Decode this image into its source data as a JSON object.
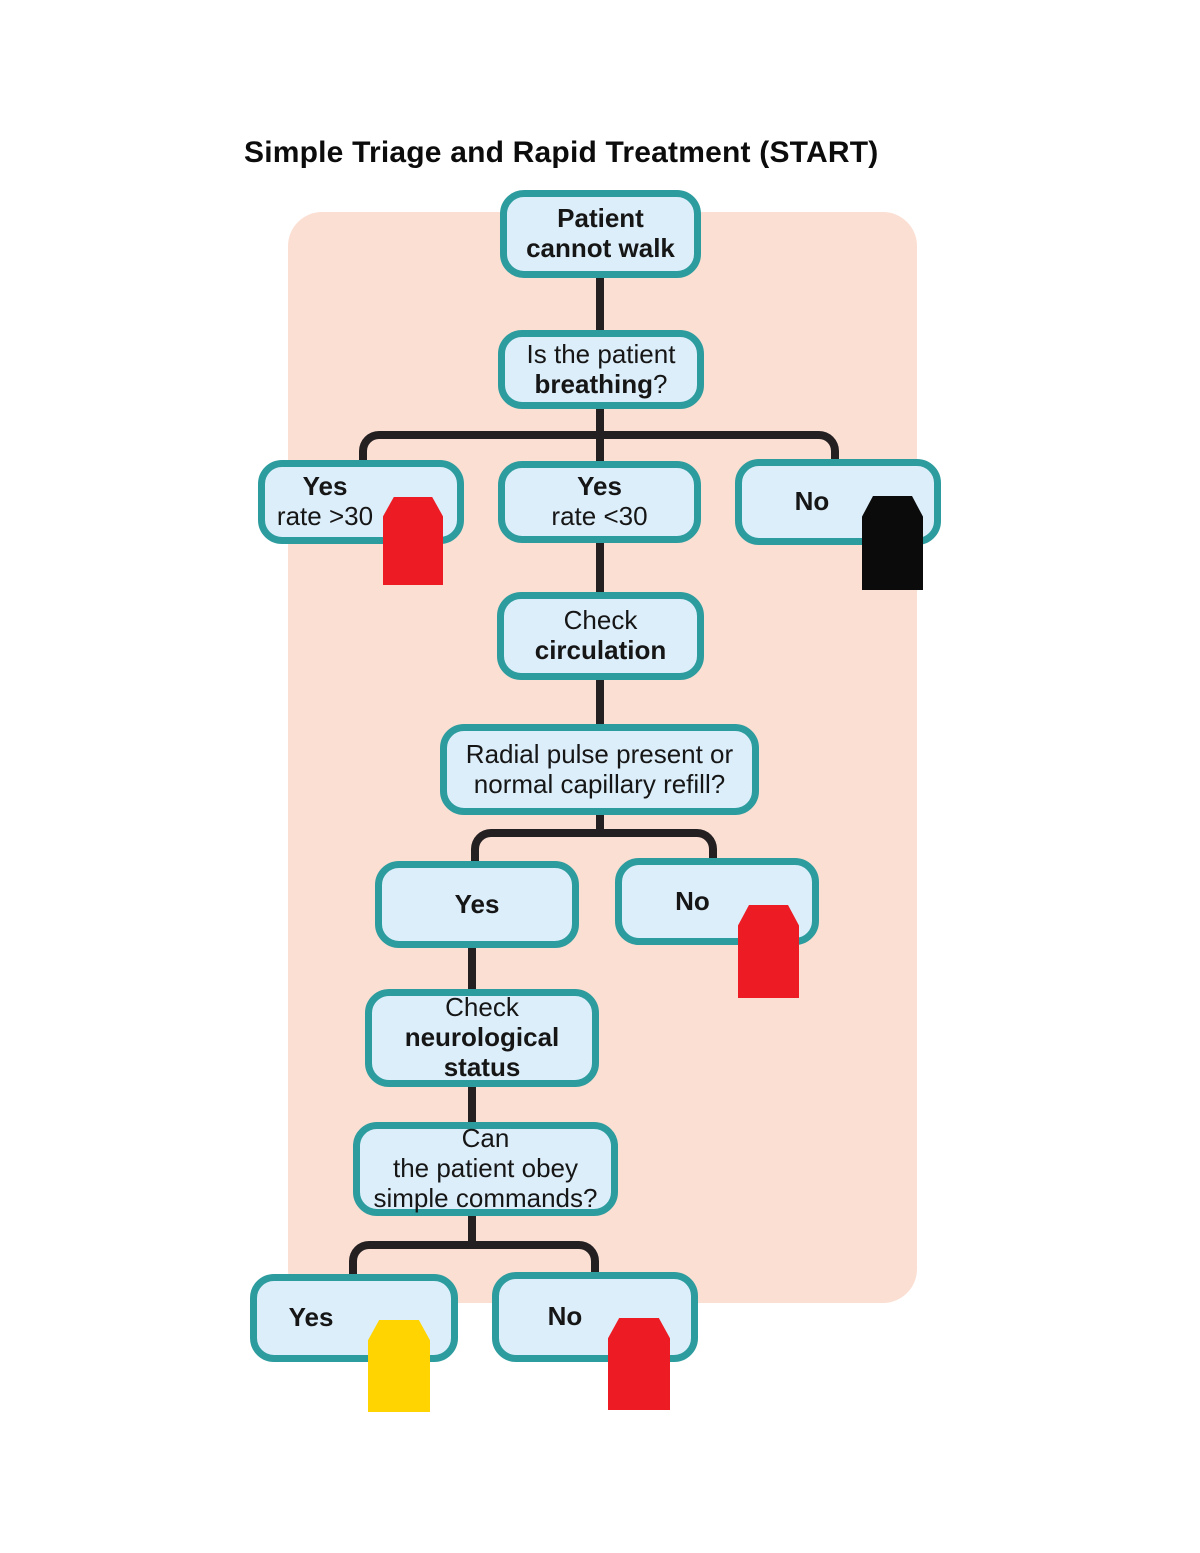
{
  "title": "Simple Triage and Rapid Treatment (START)",
  "colors": {
    "background_panel": "#fbdfd3",
    "box_fill": "#dceefa",
    "box_border": "#2d9c9e",
    "connector": "#241f21",
    "tag_red": "#ed1c24",
    "tag_yellow": "#ffd401",
    "tag_black": "#0b0b0b"
  },
  "nodes": {
    "patient_cannot_walk": {
      "line1": "Patient",
      "line2": "cannot walk"
    },
    "breathing_question": {
      "line1": "Is the patient",
      "line2_bold": "breathing",
      "line2_tail": "?"
    },
    "breathing_yes_fast": {
      "answer": "Yes",
      "detail": "rate >30",
      "tag_color": "red"
    },
    "breathing_yes_slow": {
      "answer": "Yes",
      "detail": "rate <30"
    },
    "breathing_no": {
      "answer": "No",
      "tag_color": "black"
    },
    "check_circulation": {
      "line1": "Check",
      "line2": "circulation"
    },
    "radial_pulse_question": {
      "line1": "Radial pulse present or",
      "line2": "normal capillary refill?"
    },
    "circulation_yes": {
      "answer": "Yes"
    },
    "circulation_no": {
      "answer": "No",
      "tag_color": "red"
    },
    "check_neurological": {
      "line1": "Check",
      "line2": "neurological",
      "line3": "status"
    },
    "commands_question": {
      "line1": "Can",
      "line2": "the patient obey",
      "line3": "simple commands?"
    },
    "commands_yes": {
      "answer": "Yes",
      "tag_color": "yellow"
    },
    "commands_no": {
      "answer": "No",
      "tag_color": "red"
    }
  }
}
